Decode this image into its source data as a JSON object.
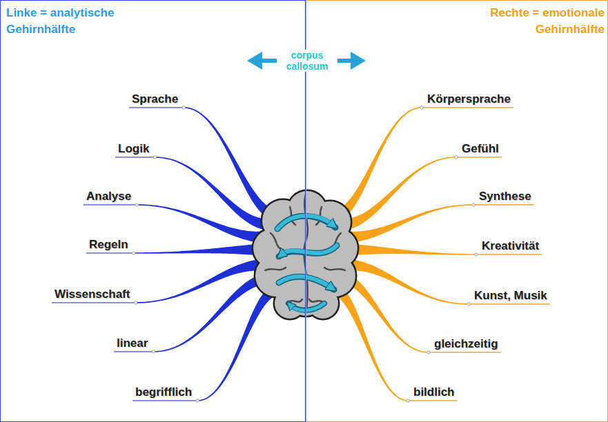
{
  "diagram": {
    "nodes": [
      {
        "text": [
          "Linke = analytische Gehirnhälfte",
          "Sprache",
          "Logik",
          "Analyse",
          "Regeln",
          "Wissenschaft",
          "linear",
          "begrifflich"
        ]
      },
      {
        "text": [
          "Rechte = emotionale Gehirnhälfte",
          "Körpersprache",
          "Gefühl",
          "Synthese",
          "Kreativität",
          "Kunst, Musik",
          "gleichzeitig",
          "bildlich"
        ]
      }
    ],
    "labels": [
      "corpus callosum"
    ]
  }
}
